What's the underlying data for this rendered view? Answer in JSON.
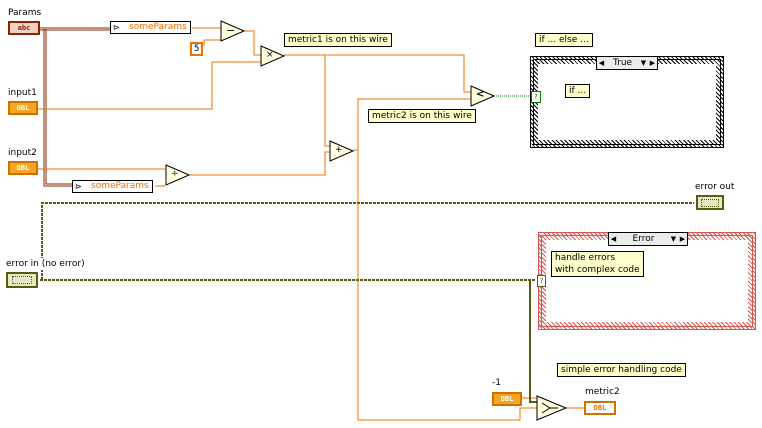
{
  "labels": {
    "params": "Params",
    "input1": "input1",
    "input2": "input2",
    "error_in": "error in (no error)",
    "error_out": "error out",
    "metric2_out": "metric2",
    "const_neg1_label": "-1"
  },
  "terminals": {
    "cluster_text": "abc",
    "dbl_text": "DBL",
    "const_5": "5"
  },
  "unbundle": {
    "top": "someParams",
    "bottom": "someParams"
  },
  "notes": {
    "metric1": "metric1 is on this wire",
    "metric2": "metric2 is on this wire",
    "if_else": "if ... else ...",
    "if_inner": "if ...",
    "handle_errors_l1": "handle errors",
    "handle_errors_l2": "with complex code",
    "simple_error": "simple error handling code"
  },
  "case_structures": {
    "boolean_case": {
      "selector_value": "True"
    },
    "error_case": {
      "selector_value": "Error"
    }
  },
  "nodes": {
    "subtract": "−",
    "multiply": "×",
    "add": "+",
    "divide": "÷",
    "less_than": "<",
    "select": "?"
  },
  "colors": {
    "dbl_wire": "#f07000",
    "cluster_wire": "#8b2500",
    "error_wire": "#5a5a10",
    "boolean_wire": "#008000",
    "error_case_border": "#d9534f",
    "note_bg": "#ffffcc"
  }
}
